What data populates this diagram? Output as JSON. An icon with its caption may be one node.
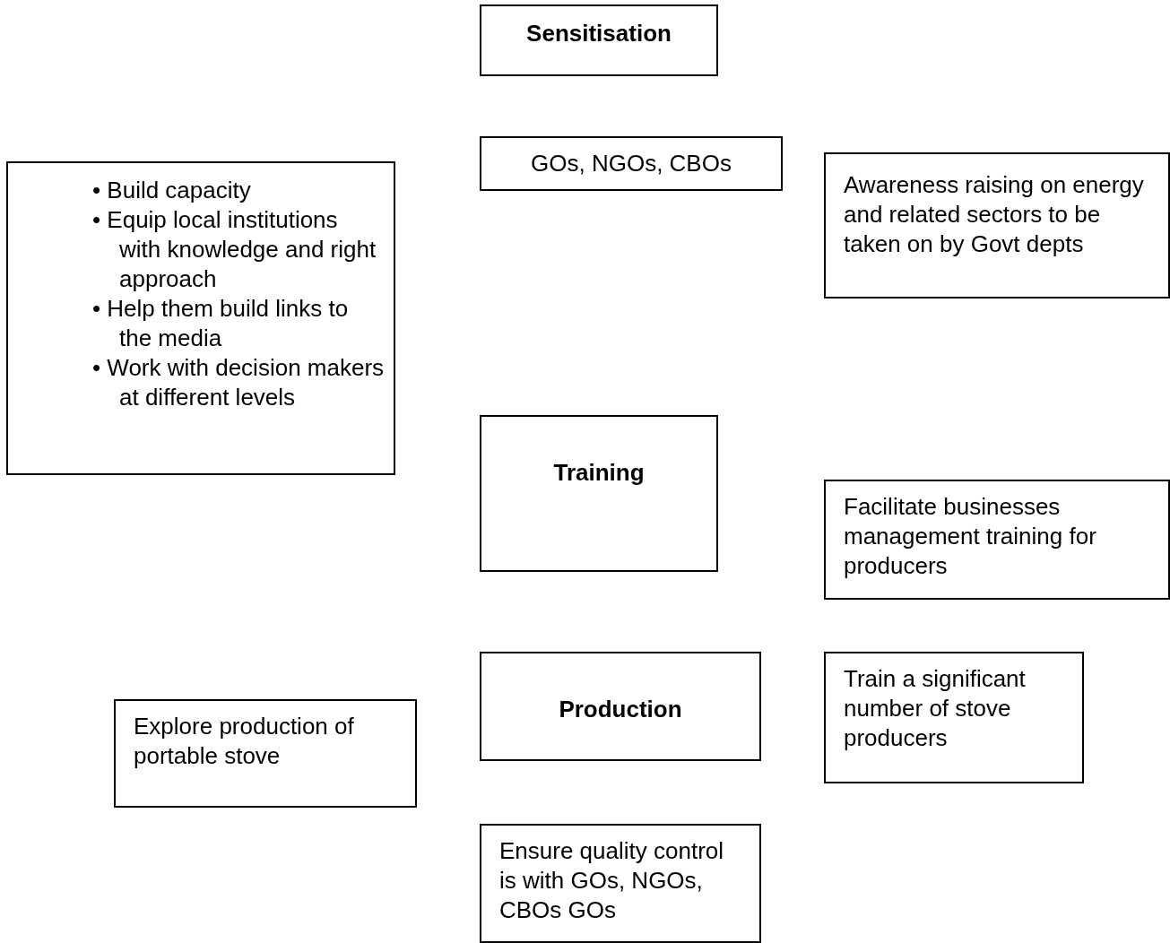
{
  "diagram": {
    "nodes": [
      {
        "text": [
          "Sensitisation"
        ]
      },
      {
        "text": [
          "GOs, NGOs, CBOs"
        ]
      },
      {
        "text": [
          "• Build capacity",
          "• Equip local institutions with knowledge and right approach",
          "• Help them build links to the media",
          "• Work with decision makers at different levels"
        ]
      },
      {
        "text": [
          "Awareness raising on energy and related sectors to be taken on by Govt depts"
        ]
      },
      {
        "text": [
          "Training"
        ]
      },
      {
        "text": [
          "Facilitate businesses management training for producers"
        ]
      },
      {
        "text": [
          "Production"
        ]
      },
      {
        "text": [
          "Train a significant number of stove producers"
        ]
      },
      {
        "text": [
          "Explore production of portable stove"
        ]
      },
      {
        "text": [
          "Ensure quality control is with GOs, NGOs, CBOs GOs"
        ]
      }
    ],
    "edges": []
  }
}
